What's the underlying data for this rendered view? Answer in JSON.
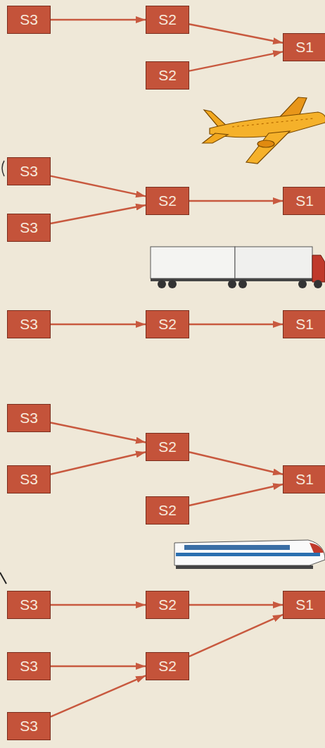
{
  "diagram": {
    "nodes": [
      {
        "text": [
          "S3"
        ]
      },
      {
        "text": [
          "S2"
        ]
      },
      {
        "text": [
          "S2"
        ]
      },
      {
        "text": [
          "S1"
        ]
      },
      {
        "text": [
          "S3"
        ]
      },
      {
        "text": [
          "S3"
        ]
      },
      {
        "text": [
          "S2"
        ]
      },
      {
        "text": [
          "S1"
        ]
      },
      {
        "text": [
          "S3"
        ]
      },
      {
        "text": [
          "S2"
        ]
      },
      {
        "text": [
          "S1"
        ]
      },
      {
        "text": [
          "S3"
        ]
      },
      {
        "text": [
          "S3"
        ]
      },
      {
        "text": [
          "S2"
        ]
      },
      {
        "text": [
          "S2"
        ]
      },
      {
        "text": [
          "S1"
        ]
      },
      {
        "text": [
          "S3"
        ]
      },
      {
        "text": [
          "S2"
        ]
      },
      {
        "text": [
          "S1"
        ]
      },
      {
        "text": [
          "S3"
        ]
      },
      {
        "text": [
          "S2"
        ]
      },
      {
        "text": [
          "S3"
        ]
      }
    ],
    "edges": [
      {
        "from": 0,
        "to": 1,
        "arrow": "to"
      },
      {
        "from": 1,
        "to": 3,
        "arrow": "to"
      },
      {
        "from": 2,
        "to": 3,
        "arrow": "to"
      },
      {
        "from": 4,
        "to": 6,
        "arrow": "to"
      },
      {
        "from": 5,
        "to": 6,
        "arrow": "to"
      },
      {
        "from": 6,
        "to": 7,
        "arrow": "to"
      },
      {
        "from": 8,
        "to": 9,
        "arrow": "to"
      },
      {
        "from": 9,
        "to": 10,
        "arrow": "to"
      },
      {
        "from": 11,
        "to": 13,
        "arrow": "to"
      },
      {
        "from": 12,
        "to": 13,
        "arrow": "to"
      },
      {
        "from": 13,
        "to": 15,
        "arrow": "to"
      },
      {
        "from": 14,
        "to": 15,
        "arrow": "to"
      },
      {
        "from": 16,
        "to": 17,
        "arrow": "to"
      },
      {
        "from": 17,
        "to": 18,
        "arrow": "to"
      },
      {
        "from": 19,
        "to": 20,
        "arrow": "to"
      },
      {
        "from": 21,
        "to": 20,
        "arrow": "to"
      },
      {
        "from": 20,
        "to": 18,
        "arrow": "to"
      }
    ]
  }
}
